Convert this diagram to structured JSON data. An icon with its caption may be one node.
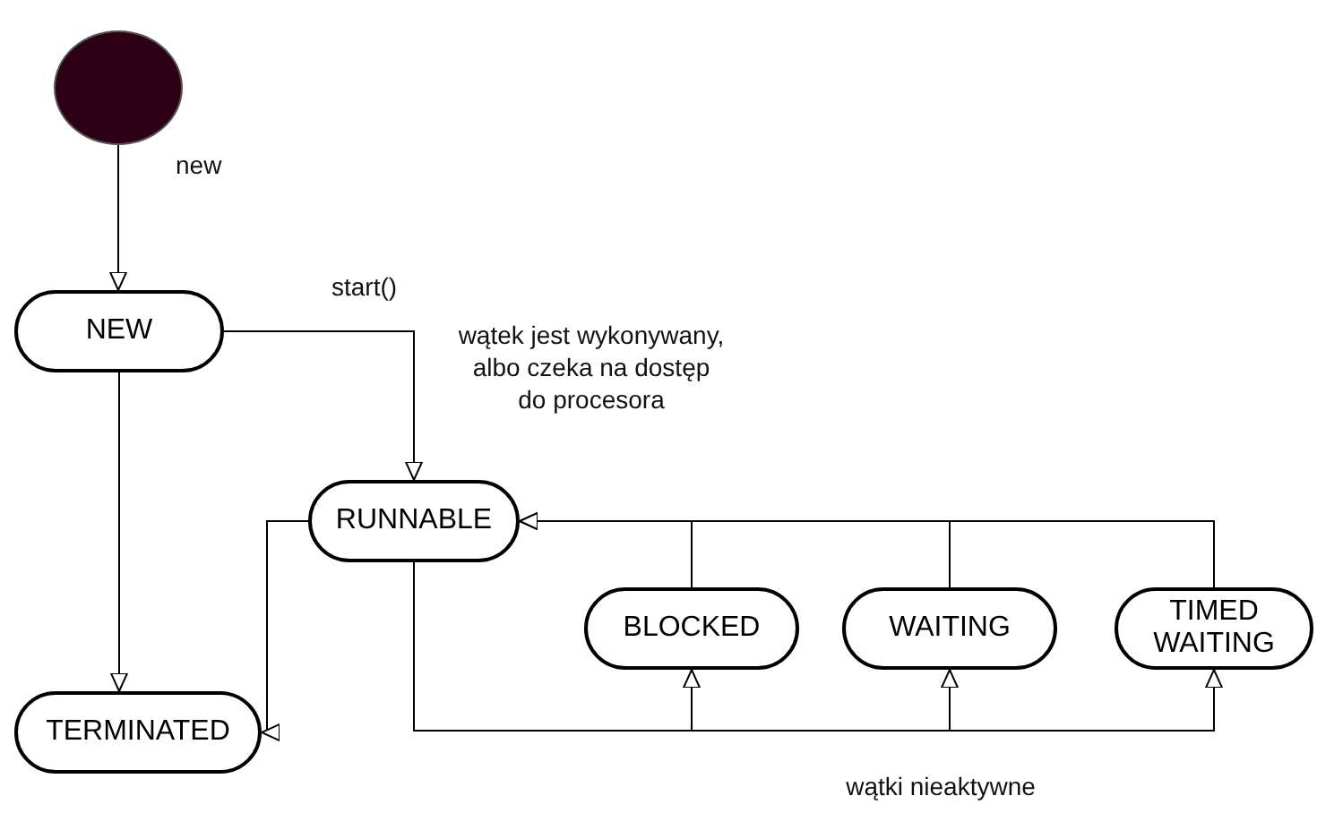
{
  "diagram": {
    "nodes": [
      {
        "text": [],
        "shape": "circle"
      },
      {
        "text": [
          "NEW"
        ]
      },
      {
        "text": [
          "RUNNABLE"
        ]
      },
      {
        "text": [
          "BLOCKED"
        ]
      },
      {
        "text": [
          "WAITING"
        ]
      },
      {
        "text": [
          "TIMED WAITING"
        ]
      },
      {
        "text": [
          "TERMINATED"
        ]
      }
    ],
    "edges": [
      {
        "from": 0,
        "to": 1,
        "arrow": "to",
        "label": "new"
      },
      {
        "from": 1,
        "to": 2,
        "arrow": "to",
        "label": "start()"
      },
      {
        "from": 1,
        "to": 6,
        "arrow": "to"
      },
      {
        "from": 2,
        "to": 6,
        "arrow": "to"
      },
      {
        "from": 2,
        "to": 3,
        "arrow": "to"
      },
      {
        "from": 2,
        "to": 4,
        "arrow": "to"
      },
      {
        "from": 2,
        "to": 5,
        "arrow": "to"
      },
      {
        "from": 3,
        "to": 2,
        "arrow": "to"
      },
      {
        "from": 4,
        "to": 2,
        "arrow": "to"
      },
      {
        "from": 5,
        "to": 2,
        "arrow": "to"
      }
    ],
    "labels": [
      "wątek jest wykonywany, albo czeka na dostęp do procesora",
      "wątki nieaktywne"
    ]
  }
}
